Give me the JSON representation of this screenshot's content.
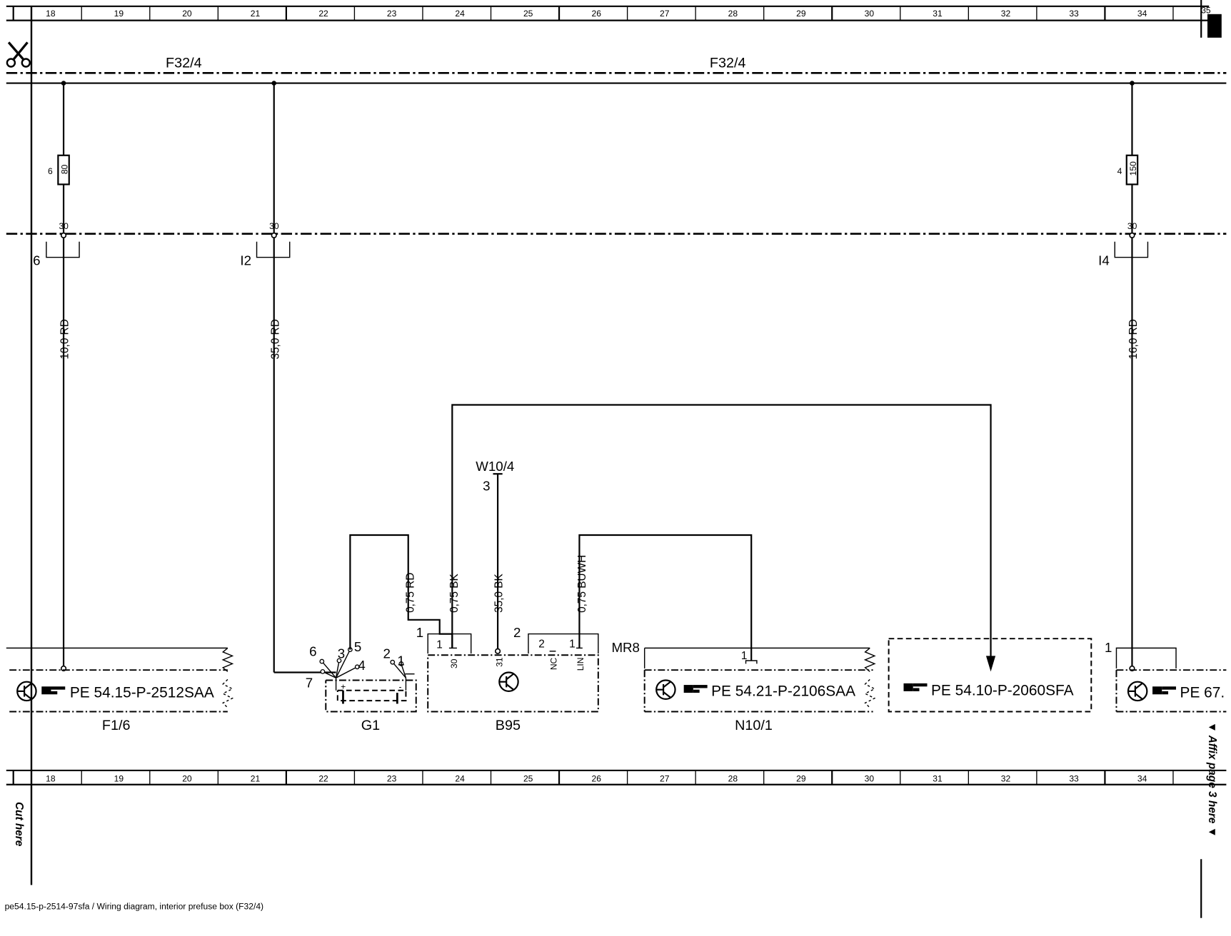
{
  "ruler": {
    "numbers": [
      "18",
      "19",
      "20",
      "21",
      "22",
      "23",
      "24",
      "25",
      "26",
      "27",
      "28",
      "29",
      "30",
      "31",
      "32",
      "33",
      "34"
    ],
    "edge_number": "35"
  },
  "labels": {
    "bus_left": "F32/4",
    "bus_right": "F32/4",
    "fuse_left_num": "6",
    "fuse_left_val": "80",
    "fuse_right_num": "4",
    "fuse_right_val": "150",
    "terminal_30": "30",
    "term_6": "6",
    "term_i2": "I2",
    "term_i4": "I4",
    "wire_left": "10,0 RD",
    "wire_mid": "35,0 RD",
    "wire_right": "16,0 RD",
    "w104": "W10/4",
    "w104_pin": "3",
    "wire_075rd": "0,75 RD",
    "wire_075bk": "0,75 BK",
    "wire_350bk": "35,0 BK",
    "wire_075buwh": "0,75 BUWH",
    "pin_1": "1",
    "pin_2": "2",
    "pin_3": "3",
    "pin_4": "4",
    "pin_5": "5",
    "pin_6": "6",
    "pin_7": "7",
    "pin_30": "30",
    "pin_31": "31",
    "pin_nc": "NC",
    "pin_lin": "LIN",
    "mr8": "MR8",
    "plus": "+",
    "minus": "-"
  },
  "components": {
    "f16": {
      "label": "F1/6",
      "ref": "PE 54.15-P-2512SAA"
    },
    "g1": {
      "label": "G1"
    },
    "b95": {
      "label": "B95"
    },
    "n101": {
      "label": "N10/1",
      "ref": "PE 54.21-P-2106SAA"
    },
    "ref_box": {
      "ref": "PE 54.10-P-2060SFA"
    },
    "right_box": {
      "ref": "PE 67."
    }
  },
  "side": {
    "cut_here": "Cut here",
    "affix": "▼ Affix page 3 here ▼"
  },
  "footer": "pe54.15-p-2514-97sfa / Wiring diagram, interior prefuse box (F32/4)",
  "icons": {
    "scissors": "scissors-icon",
    "hand": "pointing-hand-icon",
    "transistor": "transistor-icon"
  }
}
